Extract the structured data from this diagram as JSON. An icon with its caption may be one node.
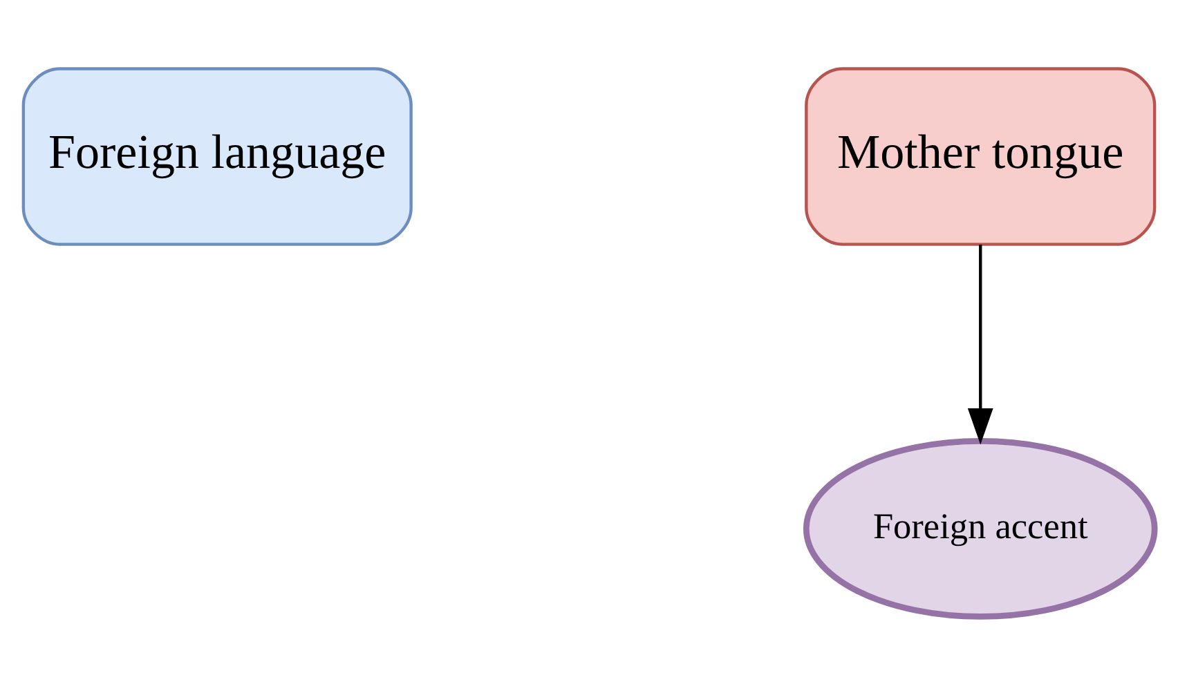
{
  "diagram": {
    "nodes": [
      {
        "text": [
          "Foreign language"
        ]
      },
      {
        "text": [
          "Mother tongue"
        ]
      },
      {
        "text": [
          "Foreign accent"
        ]
      }
    ],
    "edges": [
      {
        "from": 1,
        "to": 2,
        "arrow": "to"
      }
    ]
  }
}
